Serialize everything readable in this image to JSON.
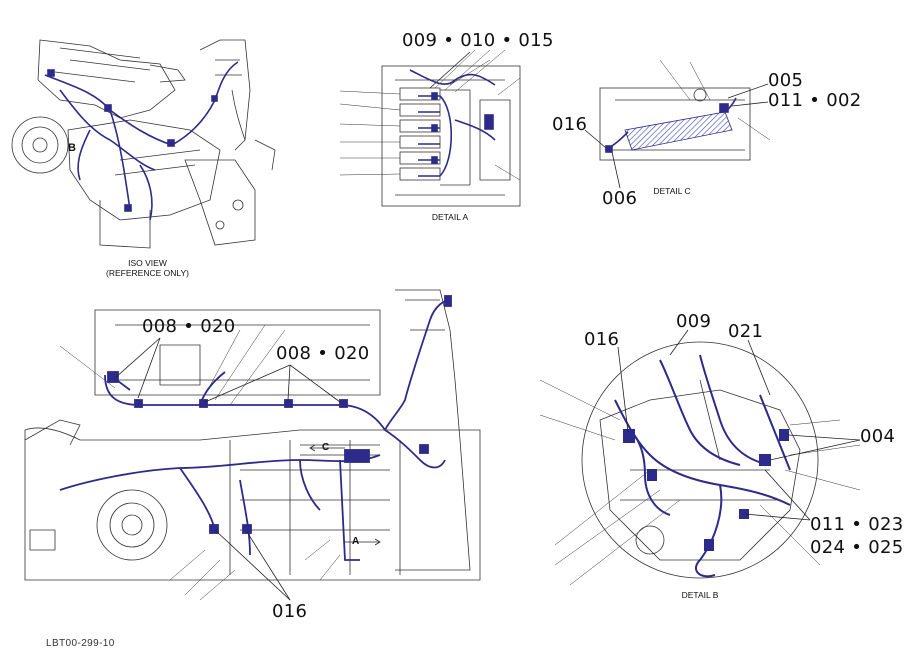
{
  "drawing_number": "LBT00-299-10",
  "views": {
    "iso": {
      "caption_line1": "ISO VIEW",
      "caption_line2": "(REFERENCE ONLY)",
      "marker_b": "B"
    },
    "detail_a": {
      "caption": "DETAIL A",
      "callout": "009 • 010 • 015"
    },
    "detail_c": {
      "caption": "DETAIL C",
      "callouts": [
        "005",
        "011 • 002",
        "016",
        "006"
      ]
    },
    "main": {
      "callouts": [
        "008 • 020",
        "008 • 020",
        "016"
      ],
      "marker_c": "C",
      "marker_a": "A"
    },
    "detail_b": {
      "caption": "DETAIL B",
      "callouts": [
        "009",
        "021",
        "016",
        "004",
        "011 • 023",
        "024 • 025"
      ]
    }
  },
  "colors": {
    "harness": "#2e2a8a",
    "line": "#222222",
    "hatch": "#4a55b0"
  }
}
